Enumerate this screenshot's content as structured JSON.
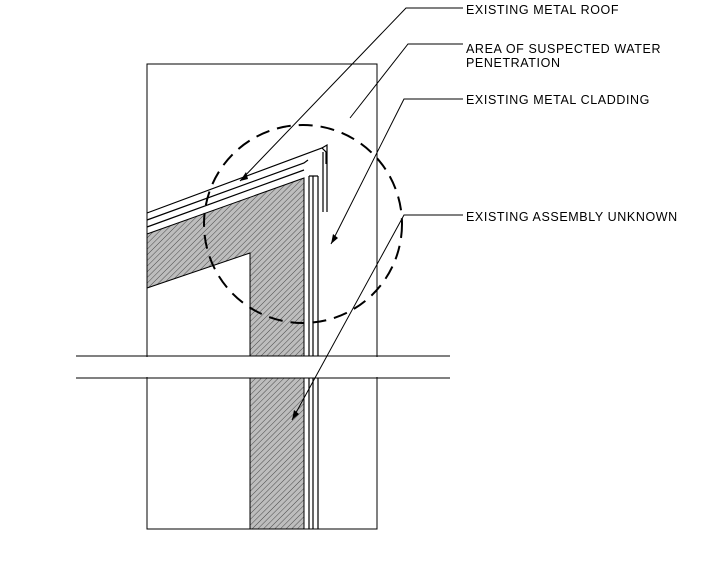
{
  "callouts": {
    "metal_roof": "EXISTING METAL ROOF",
    "water_penetration_line1": "AREA OF SUSPECTED WATER",
    "water_penetration_line2": "PENETRATION",
    "metal_cladding": "EXISTING METAL CLADDING",
    "assembly_unknown": "EXISTING ASSEMBLY UNKNOWN"
  }
}
